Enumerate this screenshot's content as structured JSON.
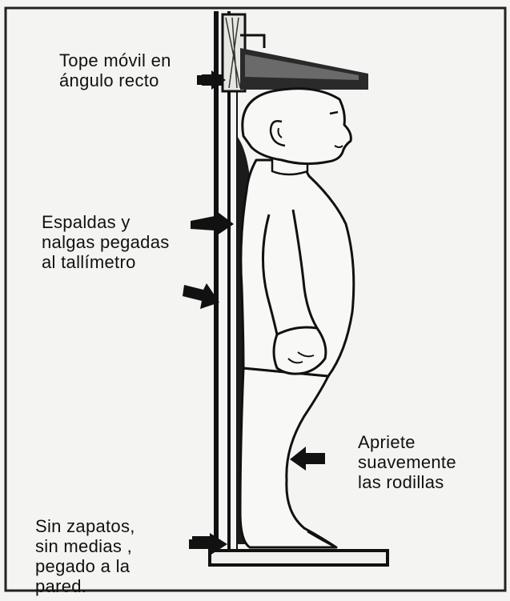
{
  "labels": {
    "movable_stop": "Tope móvil en\nángulo recto",
    "back_buttocks": "Espaldas y\nnalgas pegadas\nal tallímetro",
    "knees": "Apriete\nsuavemente\nlas rodillas",
    "feet": "Sin zapatos,\nsin medias ,\npegado a la\npared."
  },
  "colors": {
    "ink": "#111111",
    "paper": "#f4f4f2",
    "figure_fill": "#f8f8f6"
  },
  "icons": [
    "right-arrow-icon"
  ]
}
